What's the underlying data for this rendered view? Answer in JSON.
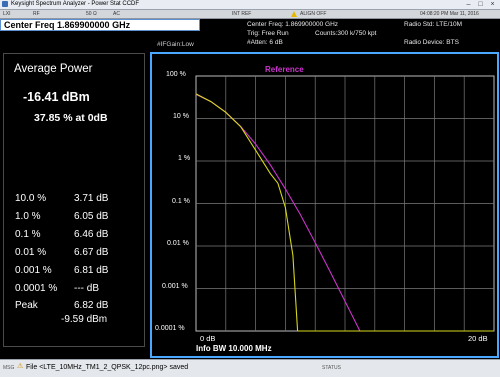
{
  "window": {
    "title": "Keysight Spectrum Analyzer - Power Stat CCDF"
  },
  "status_strip": {
    "items": [
      "LXI",
      "RF",
      "50 Ω",
      "AC",
      "INT REF",
      "ALIGN OFF"
    ],
    "datetime": "04:08:20 PM Mar 11, 2016"
  },
  "header": {
    "center_freq_box": "Center Freq 1.869900000 GHz",
    "if_gain": "#IFGain:Low",
    "center_freq": "Center Freq: 1.869900000 GHz",
    "trig": "Trig: Free Run",
    "atten": "#Atten: 6 dB",
    "counts": "Counts:300 k/750 kpt",
    "radio_std": "Radio Std: LTE/10M",
    "radio_device": "Radio Device: BTS"
  },
  "left_panel": {
    "title": "Average Power",
    "avg_power": "-16.41 dBm",
    "pct_at_0db": "37.85 % at 0dB",
    "rows": [
      {
        "label": "10.0 %",
        "value": "3.71 dB"
      },
      {
        "label": "1.0 %",
        "value": "6.05 dB"
      },
      {
        "label": "0.1 %",
        "value": "6.46 dB"
      },
      {
        "label": "0.01 %",
        "value": "6.67 dB"
      },
      {
        "label": "0.001 %",
        "value": "6.81 dB"
      },
      {
        "label": "0.0001 %",
        "value": "--- dB"
      }
    ],
    "peak_label": "Peak",
    "peak_db": "6.82 dB",
    "peak_dbm": "-9.59 dBm"
  },
  "graph": {
    "reference_label": "Reference",
    "y_ticks": [
      "100 %",
      "10 %",
      "1 %",
      "0.1 %",
      "0.01 %",
      "0.001 %",
      "0.0001 %"
    ],
    "x_start": "0 dB",
    "x_end": "20 dB",
    "info_bw": "Info BW 10.000 MHz",
    "colors": {
      "reference": "#cc33cc",
      "measured": "#d6d61f",
      "grid": "#7a7a7a",
      "border": "#4aa8ff"
    }
  },
  "chart_data": {
    "type": "line",
    "x_range_db": [
      0,
      20
    ],
    "y_range_percent": [
      0.0001,
      100
    ],
    "y_scale": "log",
    "series": [
      {
        "name": "Reference",
        "x": [
          0,
          1,
          2,
          3,
          4,
          5,
          6,
          7,
          8,
          9,
          10,
          11,
          12,
          13,
          14,
          15,
          16
        ],
        "y": [
          37,
          25,
          14,
          6.5,
          2.5,
          0.8,
          0.22,
          0.055,
          0.012,
          0.0025,
          0.0005,
          0.0001,
          0.0001,
          0.0001,
          0.0001,
          0.0001,
          0.0001
        ]
      },
      {
        "name": "",
        "x": [
          0,
          1,
          2,
          3,
          4,
          5,
          5.5,
          6,
          6.5,
          6.82,
          6.9,
          20
        ],
        "y": [
          37.85,
          25,
          14,
          6.4,
          1.8,
          0.5,
          0.3,
          0.08,
          0.006,
          0.0001,
          0.0001,
          0.0001
        ]
      }
    ]
  },
  "message_bar": {
    "msg_tag": "MSG",
    "text": "File <LTE_10MHz_TM1_2_QPSK_12pc.png> saved",
    "status_tag": "STATUS"
  }
}
